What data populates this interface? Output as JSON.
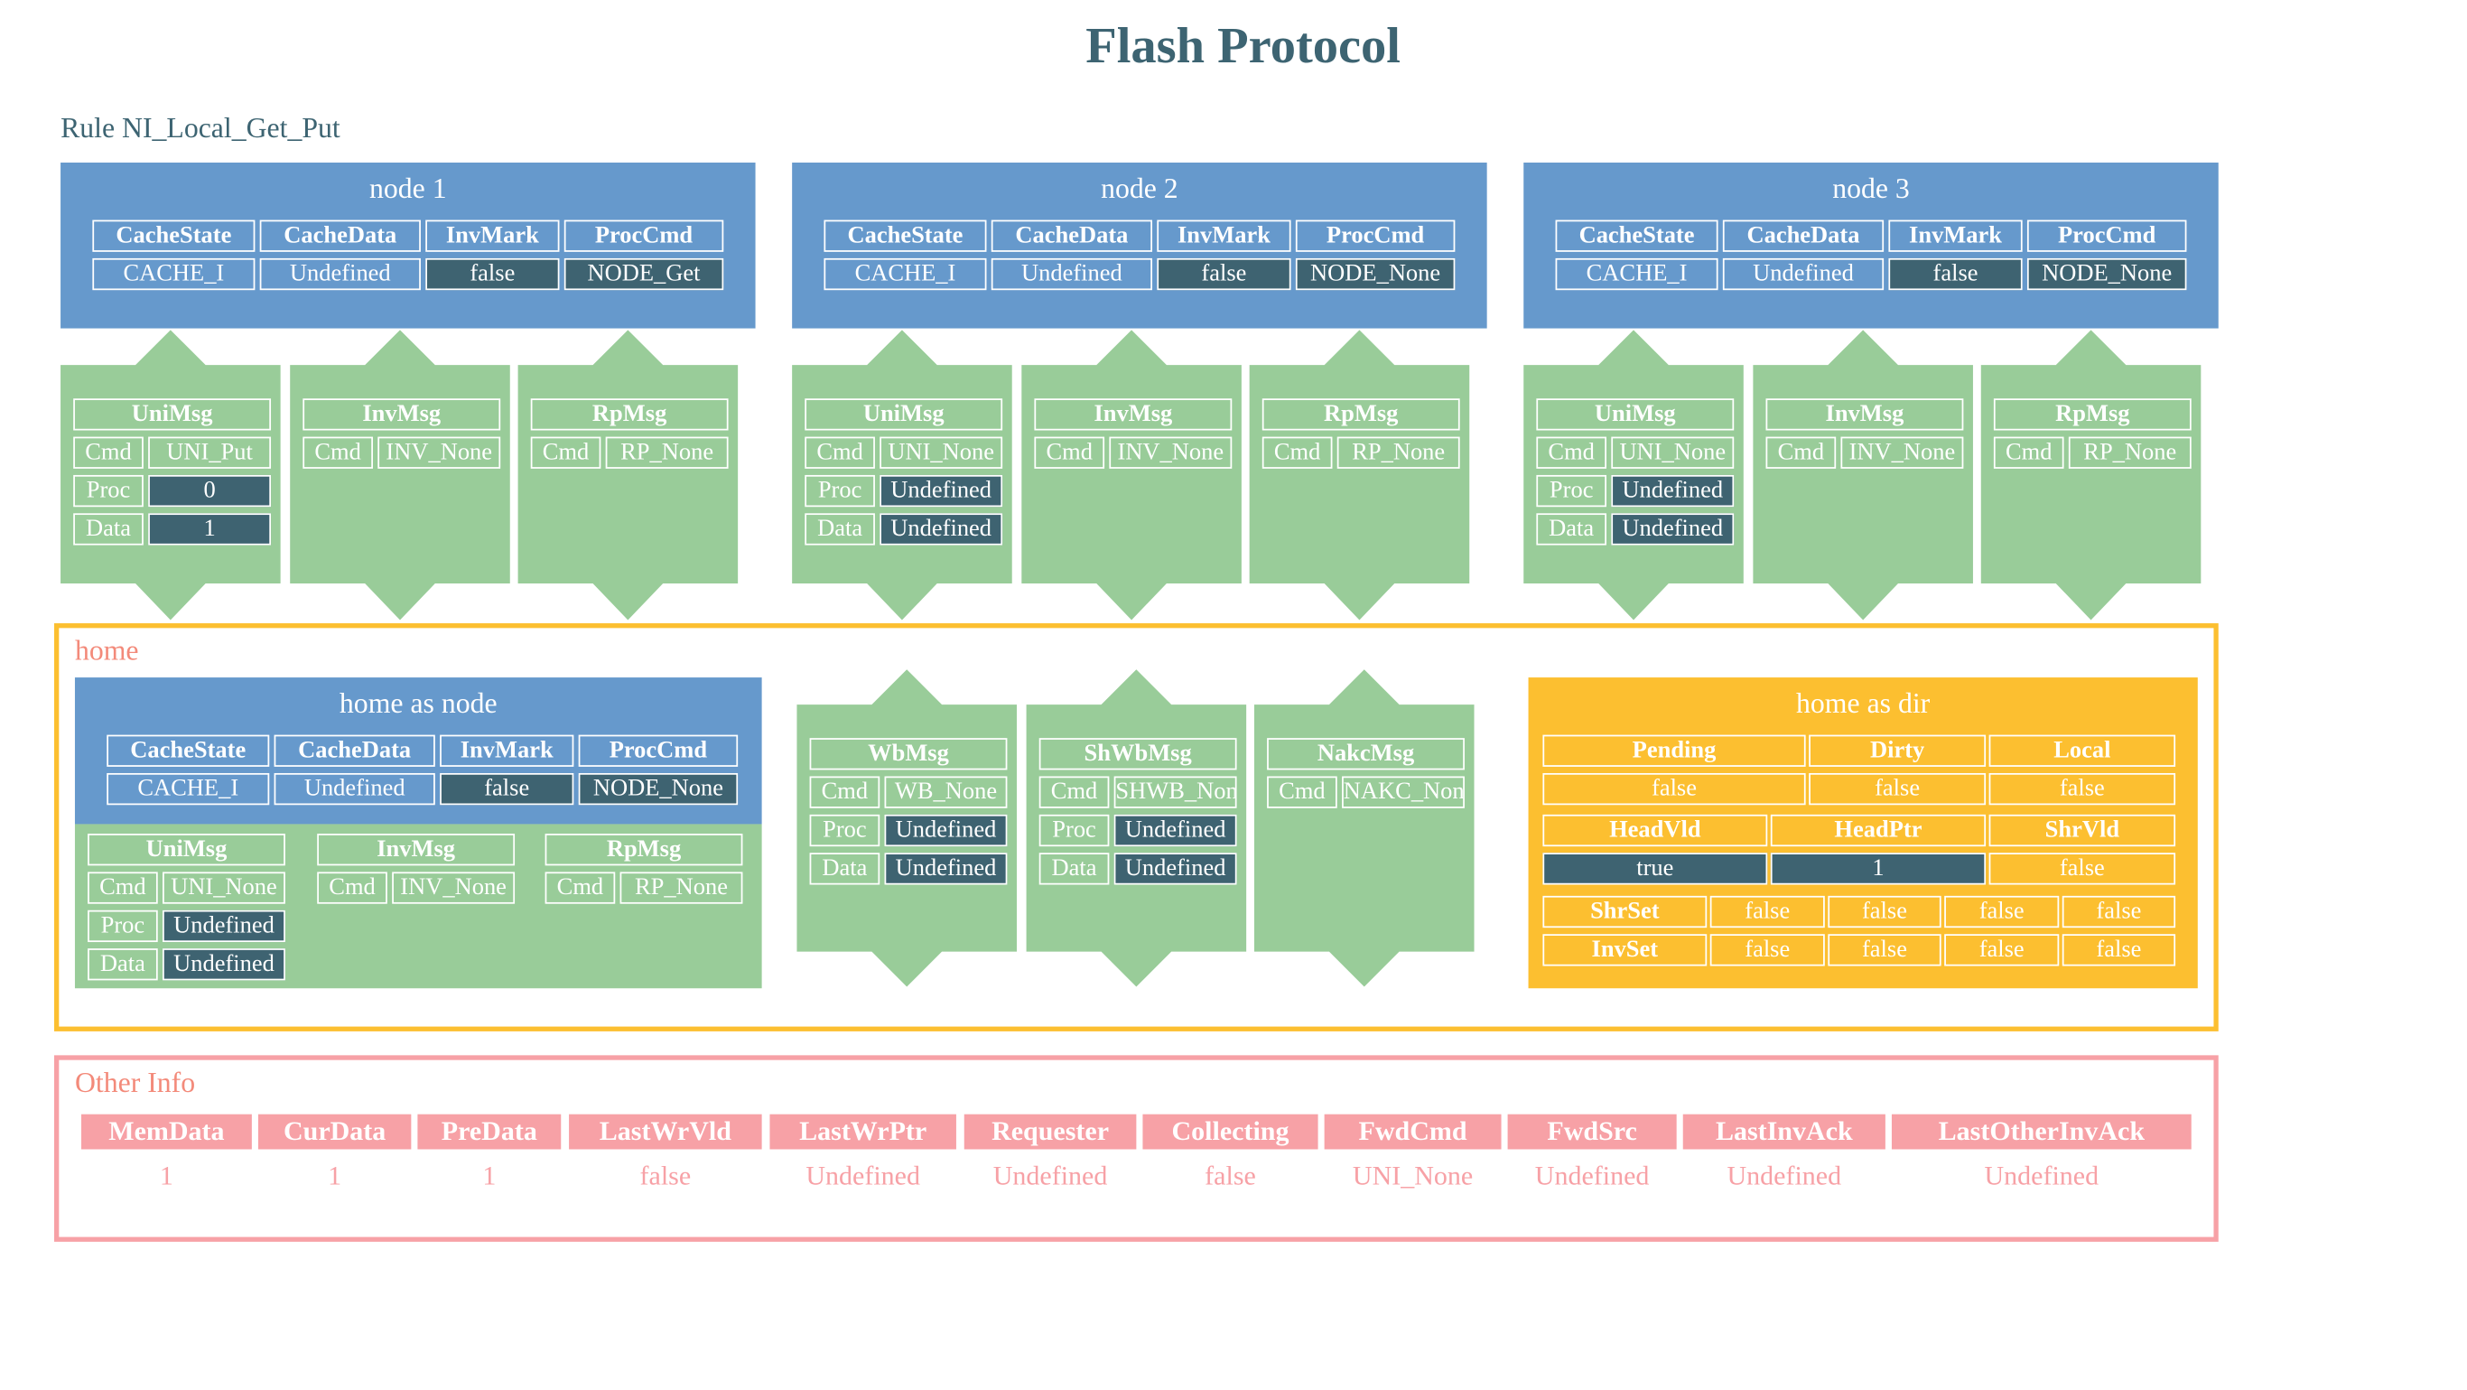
{
  "title": "Flash Protocol",
  "rule": "Rule NI_Local_Get_Put",
  "colors": {
    "blue": "#6699cc",
    "green": "#99cc99",
    "dark": "#3e6371",
    "yellow": "#fcbf30",
    "pink": "#f7a1a6",
    "title": "#3d6472",
    "label": "#f38a7a"
  },
  "cache_headers": [
    "CacheState",
    "CacheData",
    "InvMark",
    "ProcCmd"
  ],
  "nodes": [
    {
      "name": "node 1",
      "cache": [
        "CACHE_I",
        "Undefined",
        "false",
        "NODE_Get"
      ],
      "uni": {
        "title": "UniMsg",
        "cmd": "UNI_Put",
        "proc": "0",
        "data": "1"
      },
      "inv": {
        "title": "InvMsg",
        "cmd": "INV_None"
      },
      "rp": {
        "title": "RpMsg",
        "cmd": "RP_None"
      }
    },
    {
      "name": "node 2",
      "cache": [
        "CACHE_I",
        "Undefined",
        "false",
        "NODE_None"
      ],
      "uni": {
        "title": "UniMsg",
        "cmd": "UNI_None",
        "proc": "Undefined",
        "data": "Undefined"
      },
      "inv": {
        "title": "InvMsg",
        "cmd": "INV_None"
      },
      "rp": {
        "title": "RpMsg",
        "cmd": "RP_None"
      }
    },
    {
      "name": "node 3",
      "cache": [
        "CACHE_I",
        "Undefined",
        "false",
        "NODE_None"
      ],
      "uni": {
        "title": "UniMsg",
        "cmd": "UNI_None",
        "proc": "Undefined",
        "data": "Undefined"
      },
      "inv": {
        "title": "InvMsg",
        "cmd": "INV_None"
      },
      "rp": {
        "title": "RpMsg",
        "cmd": "RP_None"
      }
    }
  ],
  "field_labels": {
    "cmd": "Cmd",
    "proc": "Proc",
    "data": "Data"
  },
  "home": {
    "label": "home",
    "as_node": {
      "title": "home as node",
      "cache": [
        "CACHE_I",
        "Undefined",
        "false",
        "NODE_None"
      ],
      "uni": {
        "title": "UniMsg",
        "cmd": "UNI_None",
        "proc": "Undefined",
        "data": "Undefined"
      },
      "inv": {
        "title": "InvMsg",
        "cmd": "INV_None"
      },
      "rp": {
        "title": "RpMsg",
        "cmd": "RP_None"
      }
    },
    "wb": {
      "title": "WbMsg",
      "cmd": "WB_None",
      "proc": "Undefined",
      "data": "Undefined"
    },
    "shwb": {
      "title": "ShWbMsg",
      "cmd": "SHWB_None",
      "proc": "Undefined",
      "data": "Undefined"
    },
    "nakc": {
      "title": "NakcMsg",
      "cmd": "NAKC_None"
    },
    "as_dir": {
      "title": "home as dir",
      "row1_headers": [
        "Pending",
        "Dirty",
        "Local"
      ],
      "row1_values": [
        "false",
        "false",
        "false"
      ],
      "row2_headers": [
        "HeadVld",
        "HeadPtr",
        "ShrVld"
      ],
      "row2_values": [
        "true",
        "1",
        "false"
      ],
      "shrset_label": "ShrSet",
      "shrset": [
        "false",
        "false",
        "false",
        "false"
      ],
      "invset_label": "InvSet",
      "invset": [
        "false",
        "false",
        "false",
        "false"
      ]
    }
  },
  "other": {
    "label": "Other Info",
    "headers": [
      "MemData",
      "CurData",
      "PreData",
      "LastWrVld",
      "LastWrPtr",
      "Requester",
      "Collecting",
      "FwdCmd",
      "FwdSrc",
      "LastInvAck",
      "LastOtherInvAck"
    ],
    "values": [
      "1",
      "1",
      "1",
      "false",
      "Undefined",
      "Undefined",
      "false",
      "UNI_None",
      "Undefined",
      "Undefined",
      "Undefined"
    ]
  }
}
